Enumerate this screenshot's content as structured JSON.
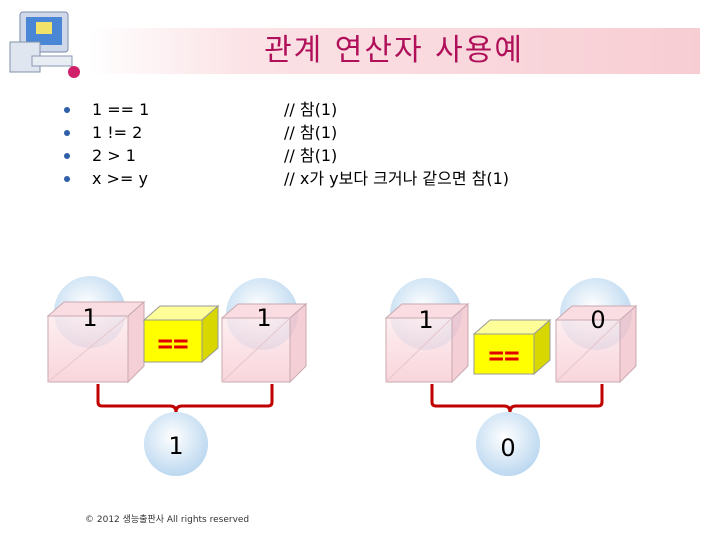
{
  "title": "관계 연산자 사용예",
  "items": [
    {
      "code": "1 == 1",
      "comment": "// 참(1)"
    },
    {
      "code": "1 != 2",
      "comment": "// 참(1)"
    },
    {
      "code": "2 > 1",
      "comment": "// 참(1)"
    },
    {
      "code": "x >= y",
      "comment": "// x가 y보다 크거나 같으면 참(1)"
    }
  ],
  "diagram_left": {
    "left_value": "1",
    "operator": "==",
    "right_value": "1",
    "result": "1"
  },
  "diagram_right": {
    "left_value": "1",
    "operator": "==",
    "right_value": "0",
    "result": "0"
  },
  "footer": "© 2012 생능출판사 All rights reserved",
  "colors": {
    "title": "#b0105a",
    "bracket": "#c00000",
    "operator": "#e00000",
    "box_front": "#ffff00"
  }
}
